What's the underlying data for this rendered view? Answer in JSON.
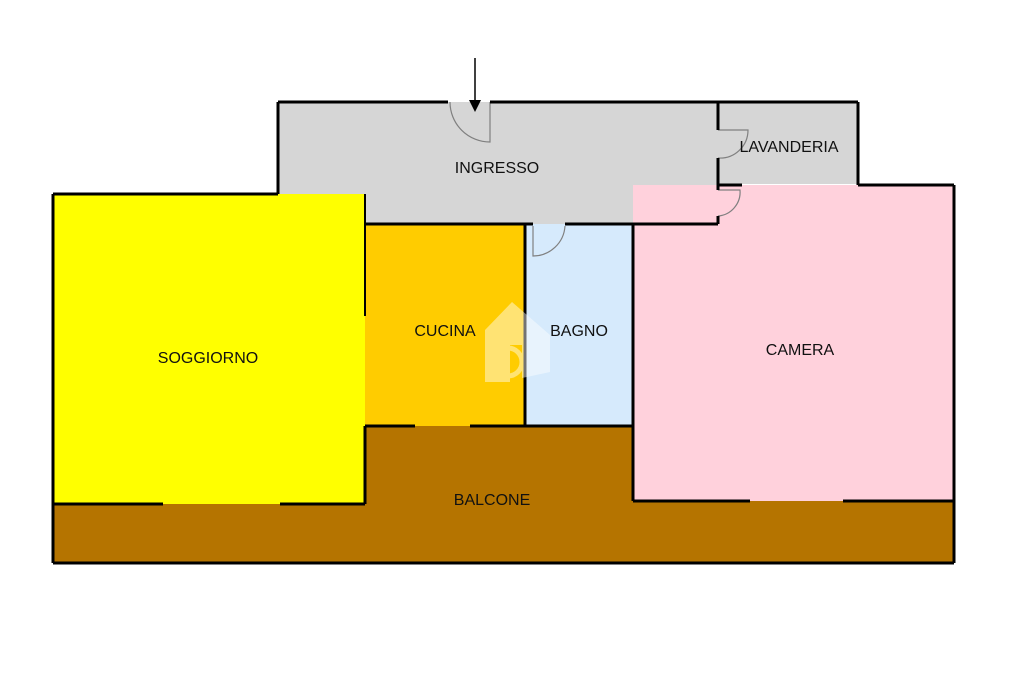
{
  "plan": {
    "rooms": [
      {
        "key": "ingresso",
        "label": "INGRESSO",
        "color": "#d6d6d6"
      },
      {
        "key": "lavanderia",
        "label": "LAVANDERIA",
        "color": "#d6d6d6"
      },
      {
        "key": "soggiorno",
        "label": "SOGGIORNO",
        "color": "#ffff00"
      },
      {
        "key": "cucina",
        "label": "CUCINA",
        "color": "#ffcc00"
      },
      {
        "key": "bagno",
        "label": "BAGNO",
        "color": "#d6eafc"
      },
      {
        "key": "camera",
        "label": "CAMERA",
        "color": "#ffd1dc"
      },
      {
        "key": "balcone",
        "label": "BALCONE",
        "color": "#b57400"
      }
    ],
    "wall_color": "#000000",
    "door_swing_color": "#808080",
    "watermark": "house-logo-icon"
  }
}
